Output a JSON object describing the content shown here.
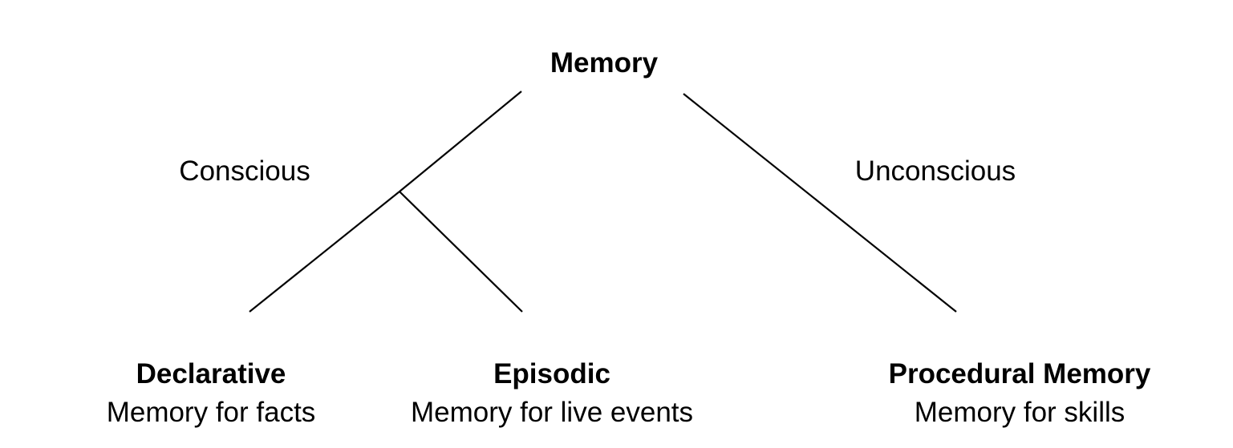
{
  "root": {
    "title": "Memory"
  },
  "branches": {
    "left_label": "Conscious",
    "right_label": "Unconscious"
  },
  "leaves": [
    {
      "title": "Declarative",
      "subtitle": "Memory for facts"
    },
    {
      "title": "Episodic",
      "subtitle": "Memory for live events"
    },
    {
      "title": "Procedural Memory",
      "subtitle": "Memory for skills"
    }
  ],
  "colors": {
    "line": "#000000",
    "text": "#000000",
    "background": "#ffffff"
  }
}
